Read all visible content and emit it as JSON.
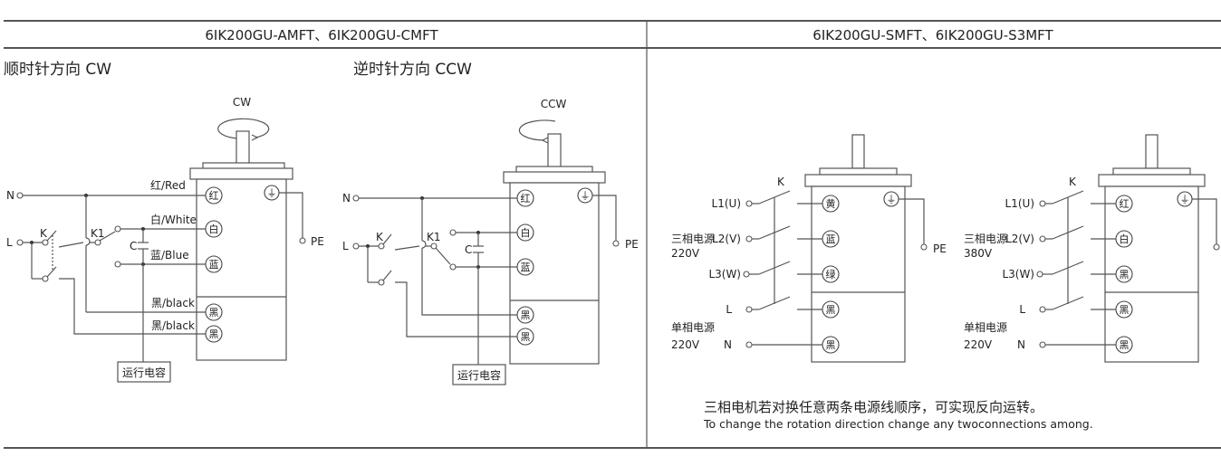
{
  "header": {
    "left_title": "6IK200GU-AMFT、6IK200GU-CMFT",
    "right_title": "6IK200GU-SMFT、6IK200GU-S3MFT"
  },
  "cw_diagram": {
    "section_title": "顺时针方向 CW",
    "rotation_label": "CW",
    "input_N": "N",
    "input_L": "L",
    "switch_K": "K",
    "switch_K1": "K1",
    "capacitor_C": "C",
    "wire_labels": [
      "红/Red",
      "白/White",
      "蓝/Blue",
      "黑/black",
      "黑/black"
    ],
    "terminals": [
      "红",
      "白",
      "蓝",
      "黑",
      "黑"
    ],
    "ground_label": "PE",
    "capacitor_box": "运行电容"
  },
  "ccw_diagram": {
    "section_title": "逆时针方向 CCW",
    "rotation_label": "CCW",
    "input_N": "N",
    "input_L": "L",
    "switch_K": "K",
    "switch_K1": "K1",
    "capacitor_C": "C",
    "terminals": [
      "红",
      "白",
      "蓝",
      "黑",
      "黑"
    ],
    "ground_label": "PE",
    "capacitor_box": "运行电容"
  },
  "three_phase_220": {
    "switch_K": "K",
    "inputs": [
      "L1(U)",
      "L2(V)",
      "L3(W)",
      "L",
      "N"
    ],
    "three_phase_label": "三相电源",
    "three_phase_voltage": "220V",
    "single_phase_label": "单相电源",
    "single_phase_voltage": "220V",
    "terminals": [
      "黄",
      "蓝",
      "绿",
      "黑",
      "黑"
    ],
    "ground_label": "PE"
  },
  "three_phase_380": {
    "switch_K": "K",
    "inputs": [
      "L1(U)",
      "L2(V)",
      "L3(W)",
      "L",
      "N"
    ],
    "three_phase_label": "三相电源",
    "three_phase_voltage": "380V",
    "single_phase_label": "单相电源",
    "single_phase_voltage": "220V",
    "terminals": [
      "红",
      "白",
      "黑",
      "黑",
      "黑"
    ]
  },
  "note": {
    "cn": "三相电机若对换任意两条电源线顺序，可实现反向运转。",
    "en": "To change the rotation direction change any twoconnections among."
  },
  "icons": {
    "ground": "⏚"
  }
}
